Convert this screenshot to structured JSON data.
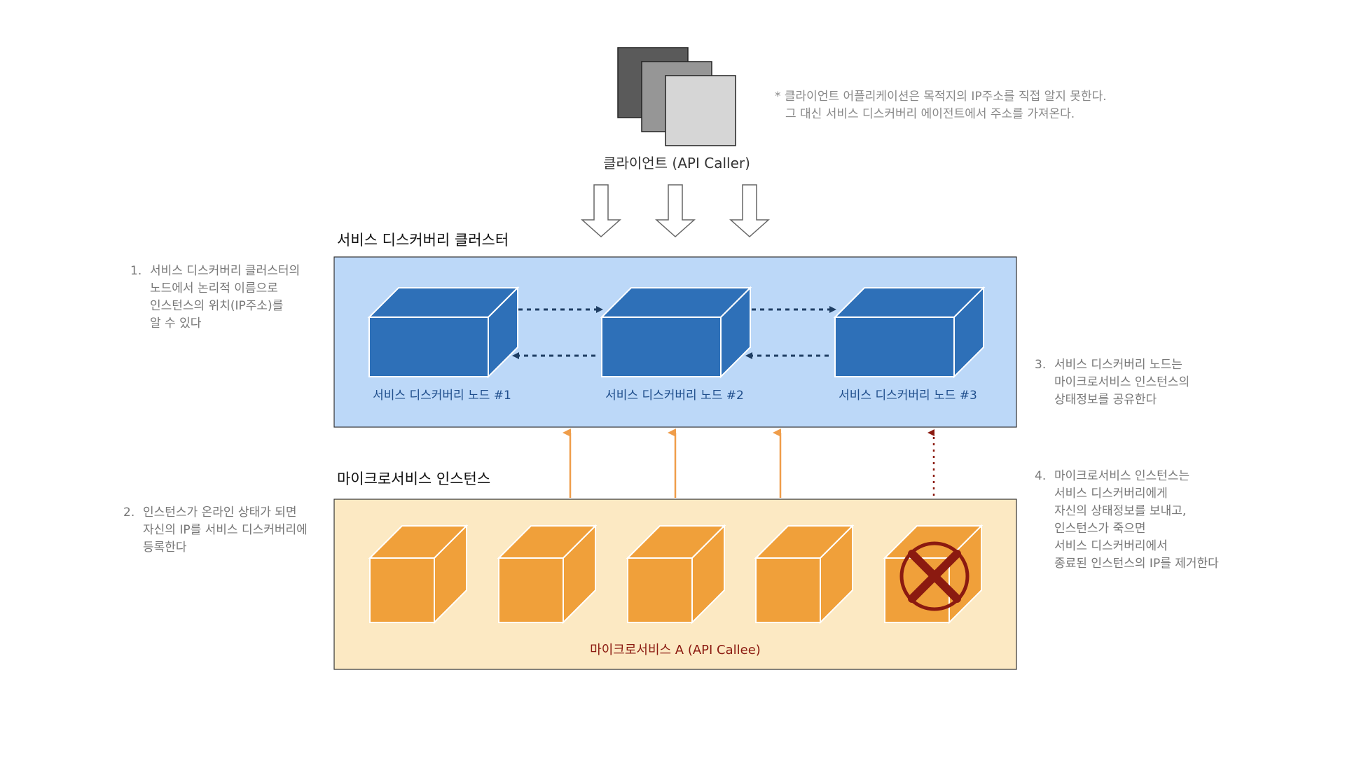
{
  "client": {
    "label": "클라이언트 (API Caller)"
  },
  "client_note": {
    "line1": "* 클라이언트 어플리케이션은 목적지의 IP주소를 직접 알지 못한다.",
    "line2": "그 대신 서비스 디스커버리 에이전트에서 주소를 가져온다."
  },
  "cluster": {
    "title": "서비스 디스커버리 클러스터",
    "nodes": [
      {
        "label": "서비스 디스커버리 노드 #1"
      },
      {
        "label": "서비스 디스커버리 노드 #2"
      },
      {
        "label": "서비스 디스커버리 노드 #3"
      }
    ]
  },
  "instances": {
    "title": "마이크로서비스 인스턴스",
    "label": "마이크로서비스 A (API Callee)",
    "count": 5,
    "dead_index": 4
  },
  "notes": {
    "n1": {
      "num": "1.",
      "lines": [
        "서비스 디스커버리 클러스터의",
        "노드에서 논리적 이름으로",
        "인스턴스의 위치(IP주소)를",
        "알 수 있다"
      ]
    },
    "n2": {
      "num": "2.",
      "lines": [
        "인스턴스가 온라인 상태가 되면",
        "자신의 IP를 서비스 디스커버리에",
        "등록한다"
      ]
    },
    "n3": {
      "num": "3.",
      "lines": [
        "서비스 디스커버리 노드는",
        "마이크로서비스 인스턴스의",
        "상태정보를 공유한다"
      ]
    },
    "n4": {
      "num": "4.",
      "lines": [
        "마이크로서비스 인스턴스는",
        "서비스 디스커버리에게",
        "자신의 상태정보를 보내고,",
        "인스턴스가 죽으면",
        "서비스 디스커버리에서",
        "종료된 인스턴스의 IP를 제거한다"
      ]
    }
  },
  "colors": {
    "cluster_bg": "#bcd8f8",
    "node_blue": "#2e70b8",
    "instance_bg": "#fce9c3",
    "cube_orange": "#f0a03a",
    "arrow_orange": "#ef9d4a",
    "dead_red": "#8b1a10",
    "note_gray": "#777777"
  }
}
